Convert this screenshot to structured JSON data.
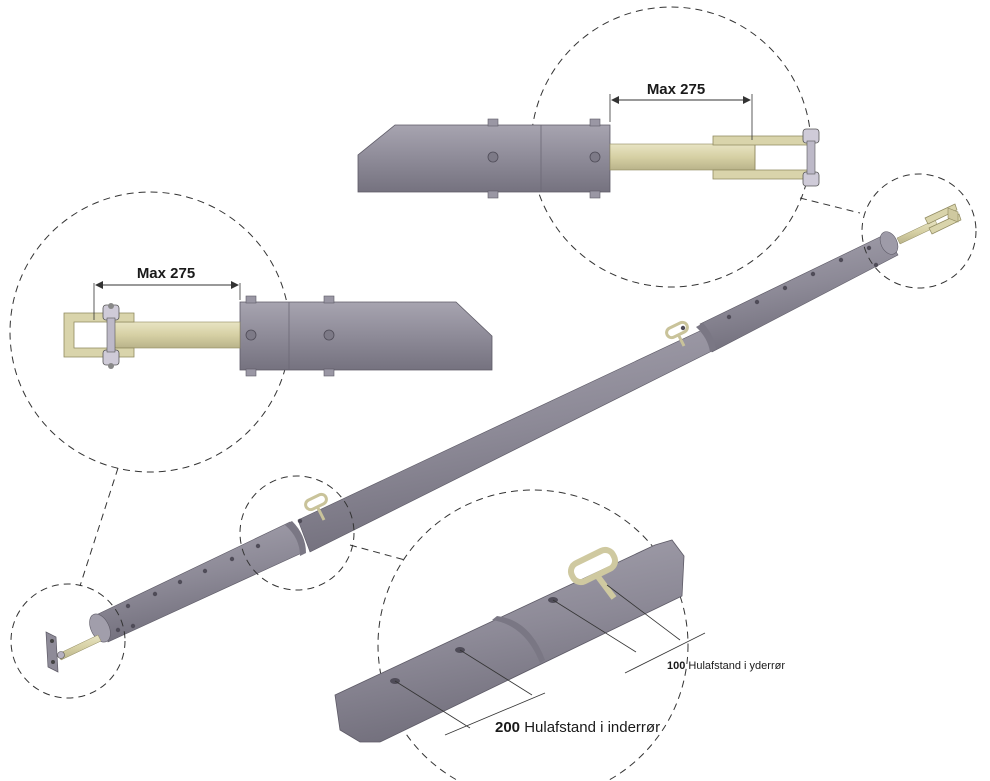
{
  "callouts": {
    "max_left": "Max 275",
    "max_right": "Max 275",
    "spacing_outer": {
      "number": "100",
      "text": " Hulafstand i yderrør"
    },
    "spacing_inner": {
      "number": "200",
      "text": " Hulafstand i inderrør"
    }
  },
  "colors": {
    "tube": "#8e8b98",
    "tube_dark": "#6e6b78",
    "tube_light": "#b3b0bc",
    "rod": "#dcd7ae",
    "rod_dark": "#b9b38a",
    "line": "#333333"
  }
}
